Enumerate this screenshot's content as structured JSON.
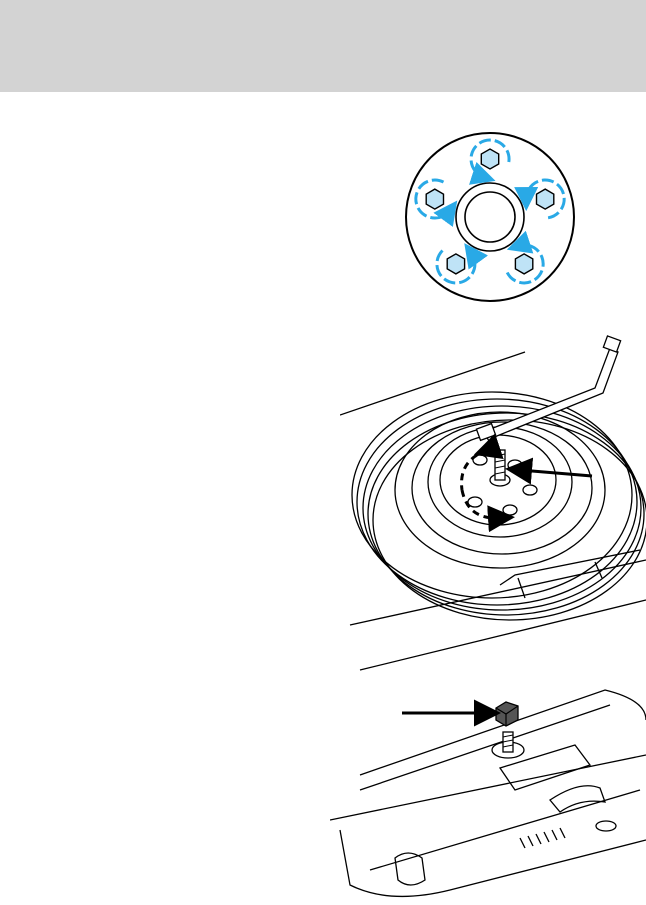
{
  "page": {
    "header_band_color": "#d3d3d3",
    "background": "#ffffff"
  },
  "figures": {
    "lug_nut_pattern": {
      "icon": "wheel-lug-nut-sequence-illustration",
      "arrow_color": "#29a9e6",
      "nut_fill": "#bfe3f6",
      "arrow_direction": "counterclockwise",
      "nut_count": 5
    },
    "spare_tire": {
      "icon": "spare-tire-removal-illustration",
      "arrow_direction": "counterclockwise"
    },
    "trunk_floor": {
      "icon": "trunk-floor-retainer-nut-illustration"
    }
  }
}
